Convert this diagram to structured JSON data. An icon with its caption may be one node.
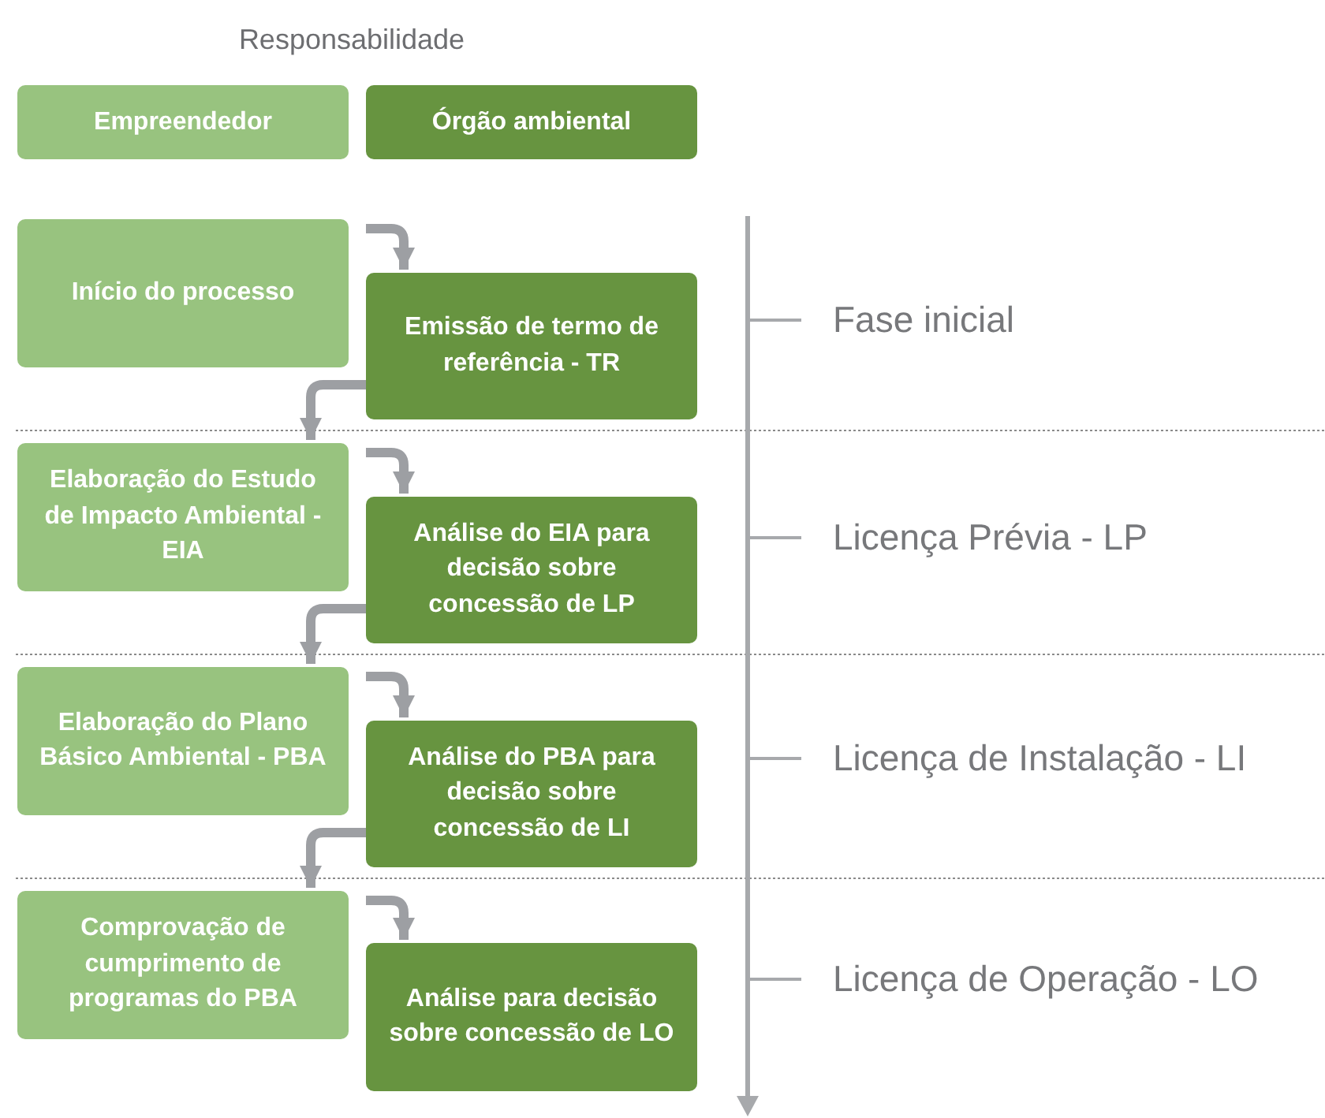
{
  "diagram": {
    "title": "Responsabilidade",
    "nodes": [
      {
        "text": [
          "Início do processo"
        ]
      },
      {
        "text": [
          "Emissão de termo de referência - TR"
        ]
      },
      {
        "text": [
          "Elaboração do Estudo de Impacto Ambiental - EIA"
        ]
      },
      {
        "text": [
          "Análise do EIA para decisão sobre concessão de LP"
        ]
      },
      {
        "text": [
          "Elaboração do Plano Básico Ambiental - PBA"
        ]
      },
      {
        "text": [
          "Análise do PBA para decisão sobre concessão de LI"
        ]
      },
      {
        "text": [
          "Comprovação de cumprimento de programas do PBA"
        ]
      },
      {
        "text": [
          "Análise para decisão sobre concessão de LO"
        ]
      }
    ],
    "edges": [
      {
        "from": 0,
        "to": 1,
        "arrow": "to"
      },
      {
        "from": 1,
        "to": 2,
        "arrow": "to"
      },
      {
        "from": 2,
        "to": 3,
        "arrow": "to"
      },
      {
        "from": 3,
        "to": 4,
        "arrow": "to"
      },
      {
        "from": 4,
        "to": 5,
        "arrow": "to"
      },
      {
        "from": 5,
        "to": 6,
        "arrow": "to"
      },
      {
        "from": 6,
        "to": 7,
        "arrow": "to"
      }
    ],
    "labels": [
      "Fase inicial",
      "Licença Prévia - LP",
      "Licença de Instalação - LI",
      "Licença de Operação - LO"
    ],
    "legend": [
      {
        "text": "Empreendedor",
        "color": "#98c37f"
      },
      {
        "text": "Órgão ambiental",
        "color": "#679440"
      }
    ]
  }
}
